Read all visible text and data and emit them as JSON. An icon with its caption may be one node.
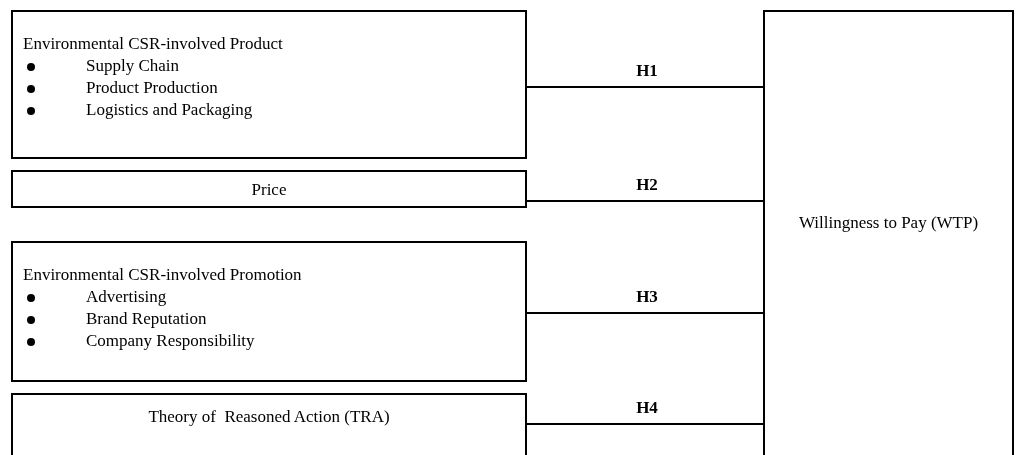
{
  "diagram": {
    "nodes": [
      {
        "text": [
          "Environmental CSR-involved Product",
          "Supply Chain",
          "Product Production",
          "Logistics and Packaging"
        ]
      },
      {
        "text": [
          "Price"
        ]
      },
      {
        "text": [
          "Environmental CSR-involved Promotion",
          "Advertising",
          "Brand Reputation",
          "Company Responsibility"
        ]
      },
      {
        "text": [
          "Theory of  Reasoned Action (TRA)"
        ]
      },
      {
        "text": [
          "Willingness to Pay (WTP)"
        ]
      }
    ],
    "edges": [
      {
        "from": 0,
        "to": 4,
        "arrow": "none",
        "label": "H1"
      },
      {
        "from": 1,
        "to": 4,
        "arrow": "none",
        "label": "H2"
      },
      {
        "from": 2,
        "to": 4,
        "arrow": "none",
        "label": "H3"
      },
      {
        "from": 3,
        "to": 4,
        "arrow": "none",
        "label": "H4"
      }
    ]
  }
}
